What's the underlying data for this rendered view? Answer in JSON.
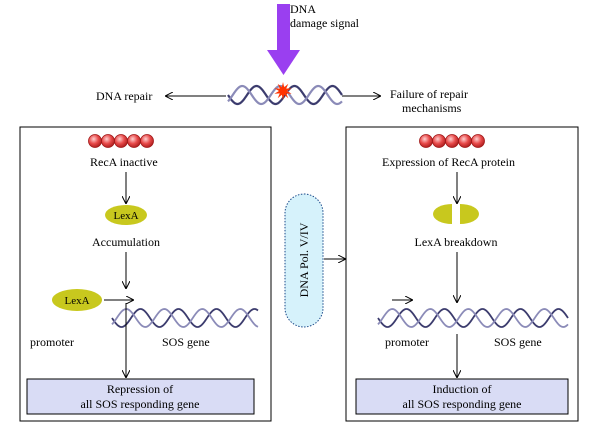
{
  "top": {
    "signal_line1": "DNA",
    "signal_line2": "damage signal",
    "left_outcome": "DNA repair",
    "right_outcome_line1": "Failure of repair",
    "right_outcome_line2": "mechanisms"
  },
  "left_panel": {
    "recA_label": "RecA inactive",
    "lexA_label": "LexA",
    "accumulation_label": "Accumulation",
    "bound_lexA_label": "LexA",
    "promoter_label": "promoter",
    "gene_label": "SOS gene",
    "result_line1": "Repression of",
    "result_line2": "all SOS responding gene"
  },
  "middle": {
    "polymerase_label": "DNA Pol. V/IV"
  },
  "right_panel": {
    "recA_label": "Expression of RecA protein",
    "lexA_label": "LexA breakdown",
    "promoter_label": "promoter",
    "gene_label": "SOS gene",
    "result_line1": "Induction of",
    "result_line2": "all SOS responding gene"
  },
  "colors": {
    "signal_arrow": "#9a3ff0",
    "damage_star": "#ff3300",
    "recA_bead": "#e84a4a",
    "lexA": "#c8c81e",
    "result_box": "#d9dcf5",
    "polymerase_fill": "#d6f2fb",
    "dna_strand_a": "#3c3c6e",
    "dna_strand_b": "#8b8bb8"
  }
}
